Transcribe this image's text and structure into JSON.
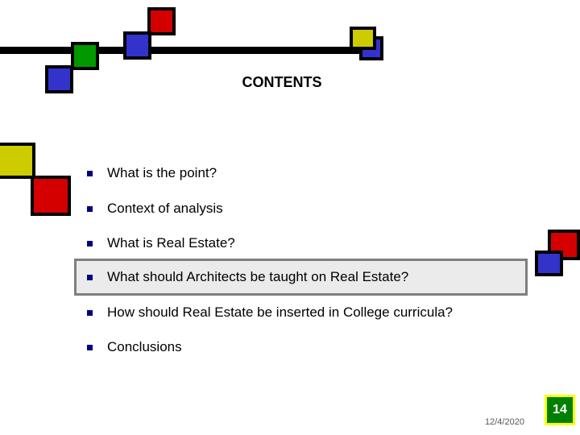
{
  "slide": {
    "title": "CONTENTS",
    "items": [
      {
        "label": "What is the point?"
      },
      {
        "label": "Context of analysis"
      },
      {
        "label": "What is Real Estate?"
      },
      {
        "label": "What should Architects be taught on Real Estate?",
        "highlighted": true
      },
      {
        "label": "How should Real Estate be inserted in College curricula?"
      },
      {
        "label": "Conclusions"
      }
    ],
    "date": "12/4/2020",
    "page_number": "14"
  },
  "colors": {
    "red": "#d40000",
    "blue": "#3333cc",
    "green": "#009900",
    "yellow": "#cccc00",
    "bullet": "#000080",
    "highlight_bg": "#ebebeb",
    "page_number_bg": "#008000"
  }
}
